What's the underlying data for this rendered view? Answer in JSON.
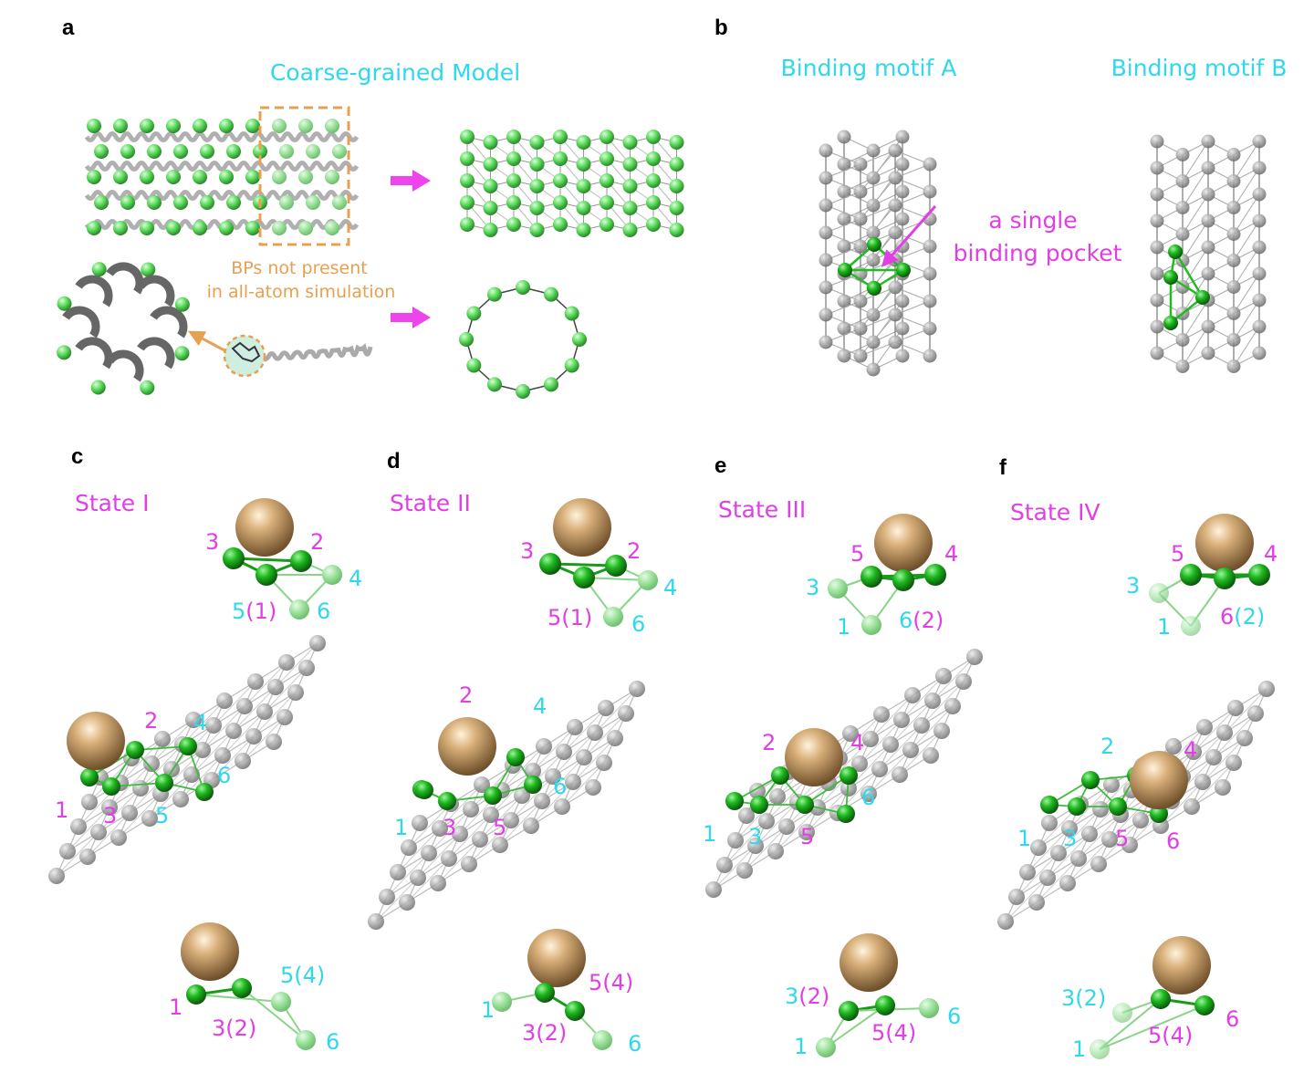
{
  "colors": {
    "magenta": "#e23ee6",
    "cyan": "#2fd8ea",
    "orange": "#e8a050",
    "green": "#22b422",
    "gray": "#9a9a9a",
    "gold": "#c9a06a"
  },
  "panel_a": {
    "letter": "a",
    "title": "Coarse-grained Model",
    "note_line1": "BPs not present",
    "note_line2": "in all-atom simulation"
  },
  "panel_b": {
    "letter": "b",
    "motif_a": "Binding motif A",
    "motif_b": "Binding motif B",
    "pocket_line1": "a single",
    "pocket_line2": "binding pocket"
  },
  "states": [
    {
      "letter": "c",
      "name": "State I",
      "labels": [
        [
          {
            "t": "3",
            "c": "m"
          }
        ],
        [
          {
            "t": "2",
            "c": "m"
          }
        ],
        [
          {
            "t": "4",
            "c": "c"
          }
        ],
        [
          {
            "t": "5",
            "c": "c"
          },
          {
            "t": "(1)",
            "c": "m"
          }
        ],
        [
          {
            "t": "6",
            "c": "c"
          }
        ],
        [
          {
            "t": "2",
            "c": "m"
          }
        ],
        [
          {
            "t": "4",
            "c": "c"
          }
        ],
        [
          {
            "t": "6",
            "c": "c"
          }
        ],
        [
          {
            "t": "1",
            "c": "m"
          }
        ],
        [
          {
            "t": "3",
            "c": "m"
          }
        ],
        [
          {
            "t": "5",
            "c": "c"
          }
        ],
        [
          {
            "t": "1",
            "c": "m"
          }
        ],
        [
          {
            "t": "3(2)",
            "c": "m"
          }
        ],
        [
          {
            "t": "5(4)",
            "c": "c"
          }
        ],
        [
          {
            "t": "6",
            "c": "c"
          }
        ]
      ]
    },
    {
      "letter": "d",
      "name": "State II",
      "labels": [
        [
          {
            "t": "3",
            "c": "m"
          }
        ],
        [
          {
            "t": "2",
            "c": "m"
          }
        ],
        [
          {
            "t": "4",
            "c": "c"
          }
        ],
        [
          {
            "t": "5(1)",
            "c": "m"
          }
        ],
        [
          {
            "t": "6",
            "c": "c"
          }
        ],
        [
          {
            "t": "2",
            "c": "m"
          }
        ],
        [
          {
            "t": "4",
            "c": "c"
          }
        ],
        [
          {
            "t": "6",
            "c": "c"
          }
        ],
        [
          {
            "t": "1",
            "c": "c"
          }
        ],
        [
          {
            "t": "3",
            "c": "m"
          }
        ],
        [
          {
            "t": "5",
            "c": "m"
          }
        ],
        [
          {
            "t": "1",
            "c": "c"
          }
        ],
        [
          {
            "t": "3(2)",
            "c": "m"
          }
        ],
        [
          {
            "t": "5(4)",
            "c": "m"
          }
        ],
        [
          {
            "t": "6",
            "c": "c"
          }
        ]
      ]
    },
    {
      "letter": "e",
      "name": "State III",
      "labels": [
        [
          {
            "t": "5",
            "c": "m"
          }
        ],
        [
          {
            "t": "4",
            "c": "m"
          }
        ],
        [
          {
            "t": "3",
            "c": "c"
          }
        ],
        [
          {
            "t": "1",
            "c": "c"
          }
        ],
        [
          {
            "t": "6",
            "c": "c"
          },
          {
            "t": "(2)",
            "c": "m"
          }
        ],
        [
          {
            "t": "2",
            "c": "m"
          }
        ],
        [
          {
            "t": "4",
            "c": "m"
          }
        ],
        [
          {
            "t": "6",
            "c": "c"
          }
        ],
        [
          {
            "t": "1",
            "c": "c"
          }
        ],
        [
          {
            "t": "3",
            "c": "c"
          }
        ],
        [
          {
            "t": "5",
            "c": "m"
          }
        ],
        [
          {
            "t": "3",
            "c": "c"
          },
          {
            "t": "(2)",
            "c": "m"
          }
        ],
        [
          {
            "t": "5(4)",
            "c": "m"
          }
        ],
        [
          {
            "t": "6",
            "c": "c"
          }
        ],
        [
          {
            "t": "1",
            "c": "c"
          }
        ]
      ]
    },
    {
      "letter": "f",
      "name": "State IV",
      "labels": [
        [
          {
            "t": "5",
            "c": "m"
          }
        ],
        [
          {
            "t": "4",
            "c": "m"
          }
        ],
        [
          {
            "t": "3",
            "c": "c"
          }
        ],
        [
          {
            "t": "1",
            "c": "c"
          }
        ],
        [
          {
            "t": "6",
            "c": "m"
          },
          {
            "t": "(2)",
            "c": "c"
          }
        ],
        [
          {
            "t": "2",
            "c": "c"
          }
        ],
        [
          {
            "t": "4",
            "c": "m"
          }
        ],
        [
          {
            "t": "1",
            "c": "c"
          }
        ],
        [
          {
            "t": "3",
            "c": "c"
          }
        ],
        [
          {
            "t": "5",
            "c": "m"
          }
        ],
        [
          {
            "t": "6",
            "c": "m"
          }
        ],
        [
          {
            "t": "3(2)",
            "c": "c"
          }
        ],
        [
          {
            "t": "1",
            "c": "c"
          }
        ],
        [
          {
            "t": "5(4)",
            "c": "m"
          }
        ],
        [
          {
            "t": "6",
            "c": "m"
          }
        ]
      ]
    }
  ]
}
